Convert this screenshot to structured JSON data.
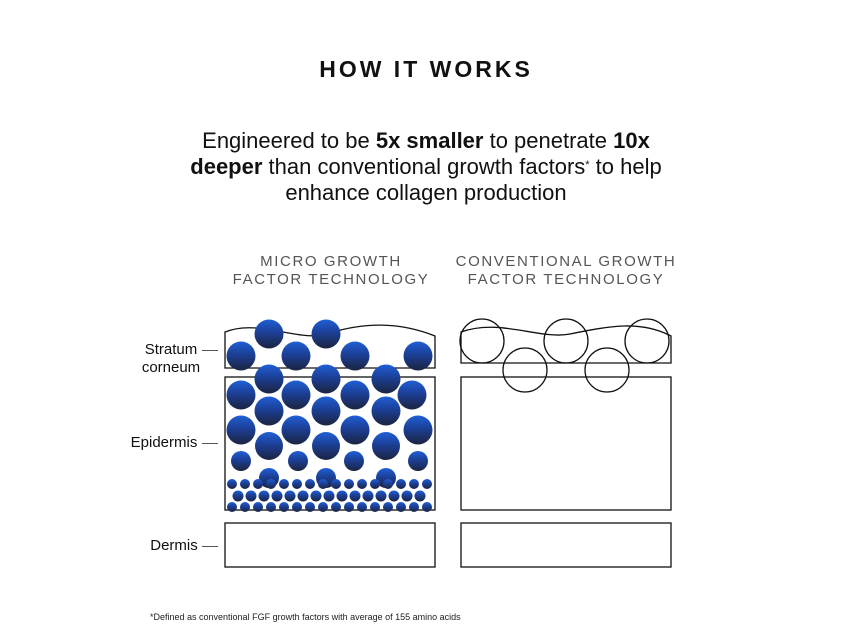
{
  "header": {
    "title": "HOW IT WORKS",
    "subtitle": {
      "part1": "Engineered to be ",
      "bold1": "5x smaller",
      "part2": " to penetrate ",
      "bold2": "10x deeper",
      "part3": " than conventional growth factors",
      "mark": "*",
      "part4": " to help enhance collagen production"
    }
  },
  "columns": {
    "micro": {
      "line1": "MICRO GROWTH",
      "line2": "FACTOR TECHNOLOGY"
    },
    "conventional": {
      "line1": "CONVENTIONAL GROWTH",
      "line2": "FACTOR TECHNOLOGY"
    }
  },
  "layers": {
    "stratum_line1": "Stratum",
    "stratum_line2": "corneum",
    "epidermis": "Epidermis",
    "dermis": "Dermis"
  },
  "footnote": "*Defined as conventional FGF growth factors with average of 155 amino acids",
  "colors": {
    "blue_top": "#1f5fd6",
    "blue_mid": "#1c3f96",
    "navy_dark": "#1b2440",
    "outline": "#111111"
  }
}
